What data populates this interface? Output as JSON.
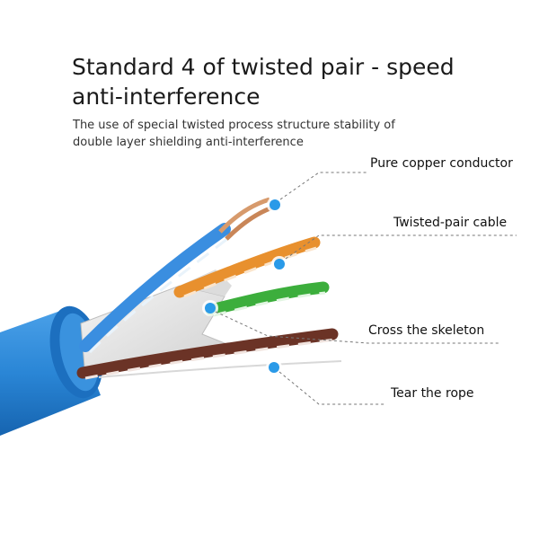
{
  "header": {
    "title_line1": "Standard 4 of twisted pair - speed",
    "title_line2": "anti-interference",
    "subtitle_line1": "The use of special twisted process structure stability of",
    "subtitle_line2": "double layer shielding anti-interference"
  },
  "callouts": [
    {
      "id": "copper",
      "label": "Pure copper conductor"
    },
    {
      "id": "twisted",
      "label": "Twisted-pair cable"
    },
    {
      "id": "skeleton",
      "label": "Cross the skeleton"
    },
    {
      "id": "rope",
      "label": "Tear the rope"
    }
  ],
  "colors": {
    "jacket": "#2a86d6",
    "jacket_dark": "#1664b0",
    "blue_pair": "#3a8ee0",
    "orange_pair": "#e8902e",
    "green_pair": "#3cae3c",
    "brown_pair": "#6b3326",
    "copper": "#d79a6c",
    "skeleton": "#e6e6e6",
    "marker": "#2a9ae8"
  }
}
